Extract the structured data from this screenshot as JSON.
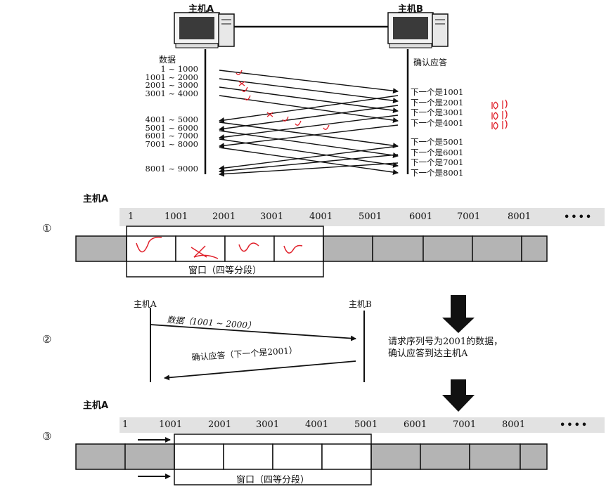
{
  "top": {
    "host_a": "主机A",
    "host_b": "主机B",
    "data_title": "数据",
    "ack_title": "确认应答",
    "ranges_group1": [
      "1 ~ 1000",
      "1001 ~ 2000",
      "2001 ~ 3000",
      "3001 ~ 4000"
    ],
    "ranges_group2": [
      "4001 ~ 5000",
      "5001 ~ 6000",
      "6001 ~ 7000",
      "7001 ~ 8000"
    ],
    "range_last": "8001 ~ 9000",
    "acks_group1": [
      "下一个是1001",
      "下一个是2001",
      "下一个是3001",
      "下一个是4001"
    ],
    "acks_group2": [
      "下一个是5001",
      "下一个是6001",
      "下一个是7001",
      "下一个是8001"
    ]
  },
  "step1": {
    "marker": "①",
    "host": "主机A",
    "ticks": [
      "1",
      "1001",
      "2001",
      "3001",
      "4001",
      "5001",
      "6001",
      "7001",
      "8001"
    ],
    "dots": "••••",
    "window_label": "窗口（四等分段）"
  },
  "step2": {
    "marker": "②",
    "host_a": "主机A",
    "host_b": "主机B",
    "data_label": "数据（1001 ~ 2000）",
    "ack_label": "确认应答（下一个是2001）",
    "note_lines": [
      "请求序列号为2001的数据，",
      "确认应答到达主机A"
    ]
  },
  "step3": {
    "marker": "③",
    "host": "主机A",
    "ticks": [
      "1",
      "1001",
      "2001",
      "3001",
      "4001",
      "5001",
      "6001",
      "7001",
      "8001"
    ],
    "dots": "••••",
    "window_label": "窗口（四等分段）"
  },
  "colors": {
    "segment_gray": "#b4b4b4",
    "tick_strip": "#e2e2e2",
    "ink": "#111111",
    "annotation_red": "#e0202a"
  }
}
